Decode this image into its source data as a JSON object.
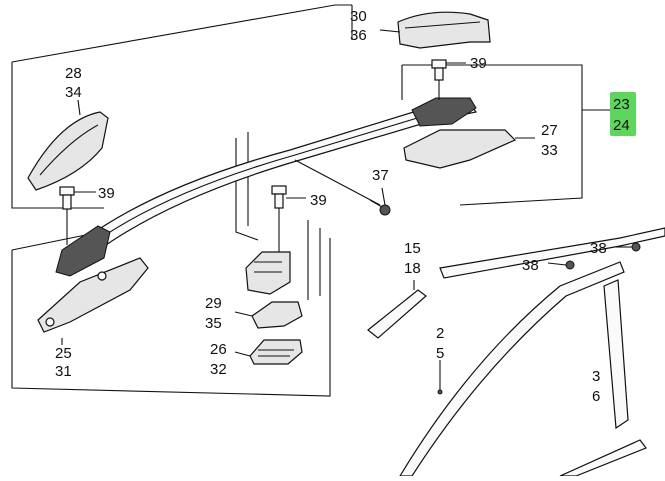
{
  "labels": {
    "l30": "30",
    "l36": "36",
    "l28": "28",
    "l34": "34",
    "l39a": "39",
    "l39b": "39",
    "l39c": "39",
    "l23": "23",
    "l24": "24",
    "l27": "27",
    "l33": "33",
    "l37": "37",
    "l15": "15",
    "l18": "18",
    "l38a": "38",
    "l38b": "38",
    "l29": "29",
    "l35": "35",
    "l26": "26",
    "l32": "32",
    "l25": "25",
    "l31": "31",
    "l2": "2",
    "l5": "5",
    "l3": "3",
    "l6": "6"
  },
  "colors": {
    "highlight": "#5ed65e",
    "ink": "#111111"
  }
}
